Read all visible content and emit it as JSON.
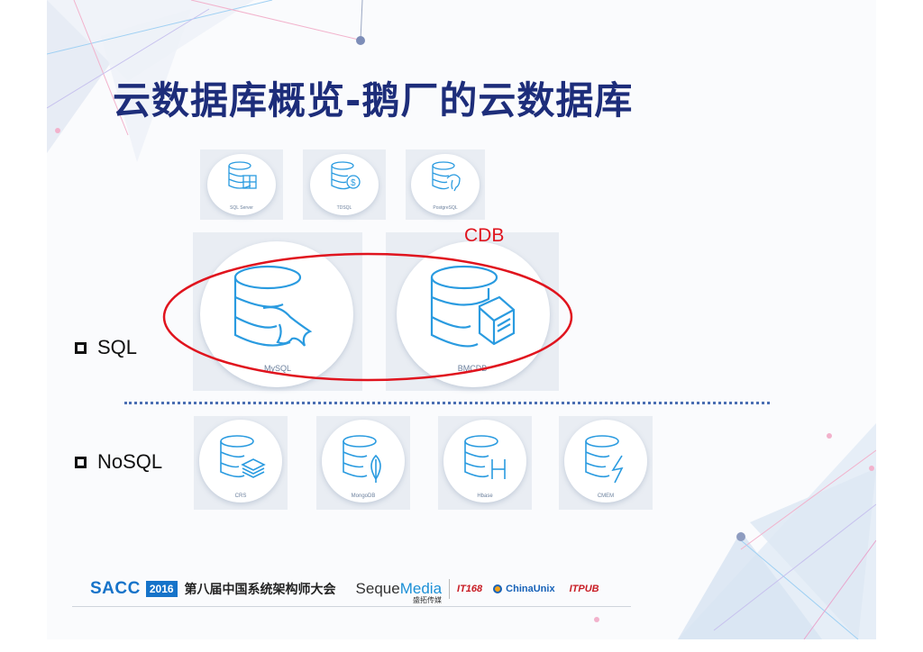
{
  "slide": {
    "title": "云数据库概览-鹅厂的云数据库"
  },
  "annotation": {
    "cdb_label": "CDB"
  },
  "sections": {
    "sql_label": "SQL",
    "nosql_label": "NoSQL"
  },
  "tiles": {
    "small": [
      {
        "caption": "SQL Server",
        "icon": "database-grid-icon"
      },
      {
        "caption": "TDSQL",
        "icon": "database-dollar-icon"
      },
      {
        "caption": "PostgreSQL",
        "icon": "database-elephant-icon"
      }
    ],
    "big": [
      {
        "caption": "MySQL",
        "icon": "database-dolphin-icon"
      },
      {
        "caption": "BMCDB",
        "icon": "database-cube-icon"
      }
    ],
    "nosql": [
      {
        "caption": "CRS",
        "icon": "database-layers-icon"
      },
      {
        "caption": "MongoDB",
        "icon": "database-leaf-icon"
      },
      {
        "caption": "Hbase",
        "icon": "database-h-icon"
      },
      {
        "caption": "CMEM",
        "icon": "database-bolt-icon"
      }
    ]
  },
  "footer": {
    "sacc": "SACC",
    "year": "2016",
    "conference": "第八届中国系统架构师大会",
    "seque": "Seque",
    "media": "Media",
    "seque_sub": "盛拓传媒",
    "it168": "IT168",
    "chinaunix": "ChinaUnix",
    "itpub": "ITPUB"
  },
  "colors": {
    "title": "#1d2d7a",
    "icon_blue": "#2a9be0",
    "annotation_red": "#e0141e",
    "divider_dots": "#4a6fb3"
  }
}
